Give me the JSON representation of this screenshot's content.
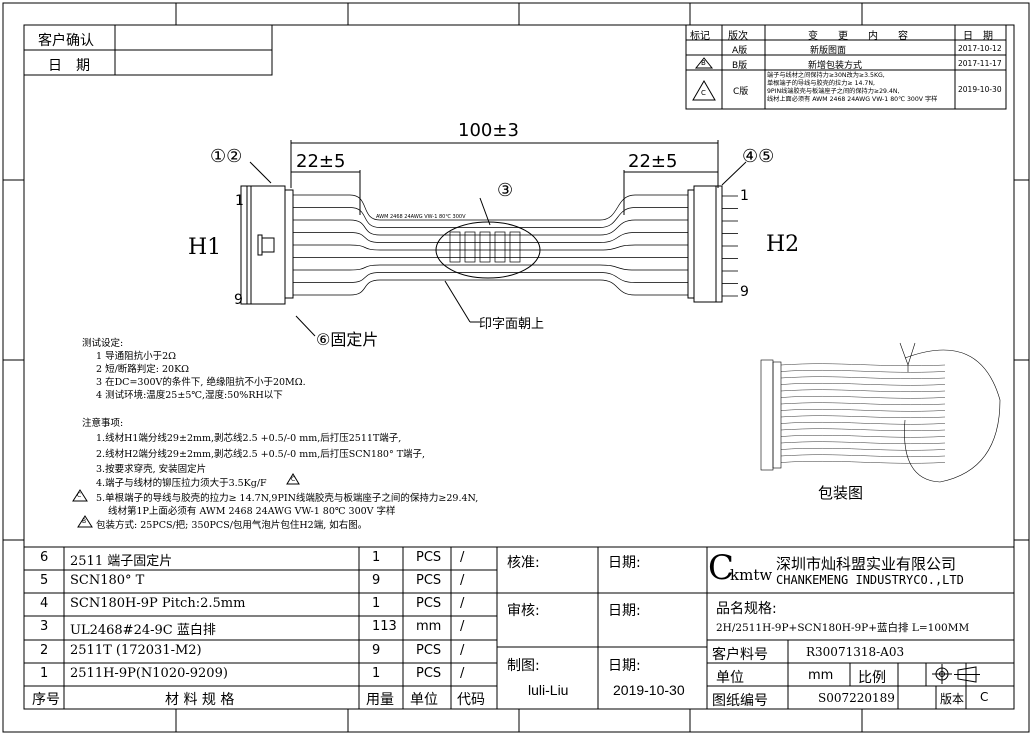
{
  "confirm_box": {
    "customer_confirm": "客户确认",
    "date": "日　期"
  },
  "revision_table": {
    "headers": [
      "标记",
      "版次",
      "变　　更　　内　　容",
      "日　期"
    ],
    "rows": [
      {
        "mark": "",
        "version": "A版",
        "content": "新版图面",
        "date": "2017-10-12"
      },
      {
        "mark": "B",
        "version": "B版",
        "content": "新增包装方式",
        "date": "2017-11-17"
      },
      {
        "mark": "C",
        "version": "C版",
        "content_lines": [
          "端子与线材之间保持力≥30N改为≥3.5KG,",
          "单根端子的导线与胶壳的拉力≥ 14.7N,",
          "9PIN线端胶壳与板端座子之间的保持力≥29.4N,",
          "线材上面必须有 AWM 2468 24AWG VW-1 80℃ 300V 字样"
        ],
        "date": "2019-10-30"
      }
    ]
  },
  "drawing": {
    "total_length": "100±3",
    "left_strip": "22±5",
    "right_strip": "22±5",
    "callout_12": "①②",
    "callout_3": "③",
    "callout_45": "④⑤",
    "callout_6": "⑥固定片",
    "left_label": "H1",
    "right_label": "H2",
    "pin_first": "1",
    "pin_last": "9",
    "pin_first_r": "1",
    "pin_last_r": "9",
    "cable_print": "AWM 2468 24AWG VW-1 80℃ 300V",
    "print_side": "印字面朝上",
    "package_label": "包装图"
  },
  "test_settings": {
    "title": "测试设定:",
    "items": [
      "1 导通阻抗小于2Ω",
      "2 短/断路判定: 20KΩ",
      "3 在DC=300V的条件下, 绝缘阻抗不小于20MΩ.",
      "4 测试环境:温度25±5℃,湿度:50%RH以下"
    ]
  },
  "notes": {
    "title": "注意事项:",
    "items": [
      "1.线材H1端分线29±2mm,剥芯线2.5 +0.5/-0 mm,后打压2511T端子,",
      "2.线材H2端分线29±2mm,剥芯线2.5 +0.5/-0 mm,后打压SCN180° T端子,",
      "3.按要求穿壳, 安装固定片",
      "4.端子与线材的铆压拉力须大于3.5Kg/F",
      "5.单根端子的导线与胶壳的拉力≥ 14.7N,9PIN线端胶壳与板端座子之间的保持力≥29.4N,",
      "线材第1P上面必须有 AWM 2468 24AWG VW-1 80℃ 300V 字样",
      "包装方式: 25PCS/把; 350PCS/包用气泡片包住H2端, 如右图。"
    ],
    "mark_c": "C",
    "mark_b": "B"
  },
  "bom": {
    "rows": [
      {
        "no": "6",
        "spec": "2511 端子固定片",
        "qty": "1",
        "unit": "PCS",
        "code": "/"
      },
      {
        "no": "5",
        "spec": "SCN180° T",
        "qty": "9",
        "unit": "PCS",
        "code": "/"
      },
      {
        "no": "4",
        "spec": "SCN180H-9P Pitch:2.5mm",
        "qty": "1",
        "unit": "PCS",
        "code": "/"
      },
      {
        "no": "3",
        "spec": "UL2468#24-9C 蓝白排",
        "qty": "113",
        "unit": "mm",
        "code": "/"
      },
      {
        "no": "2",
        "spec": "2511T (172031-M2)",
        "qty": "9",
        "unit": "PCS",
        "code": "/"
      },
      {
        "no": "1",
        "spec": "2511H-9P(N1020-9209)",
        "qty": "1",
        "unit": "PCS",
        "code": "/"
      }
    ],
    "headers": {
      "no": "序号",
      "spec": "材 料 规 格",
      "qty": "用量",
      "unit": "单位",
      "code": "代码"
    }
  },
  "approval": {
    "check": "核准:",
    "check_date": "日期:",
    "review": "审核:",
    "review_date": "日期:",
    "drawn": "制图:",
    "drawn_date": "日期:",
    "drawn_by": "luli-Liu",
    "drawn_on": "2019-10-30"
  },
  "title_block": {
    "logo_c": "C",
    "logo_rest": "kmtw",
    "company_cn": "深圳市灿科盟实业有限公司",
    "company_en": "CHANKEMENG INDUSTRYCO.,LTD",
    "product_label": "品名规格:",
    "product_name": "2H/2511H-9P+SCN180H-9P+蓝白排 L=100MM",
    "part_no_label": "客户料号",
    "part_no": "R30071318-A03",
    "unit_label": "单位",
    "unit": "mm",
    "scale_label": "比例",
    "drawing_no_label": "图纸编号",
    "drawing_no": "S007220189",
    "version_label": "版本",
    "version": "C"
  }
}
